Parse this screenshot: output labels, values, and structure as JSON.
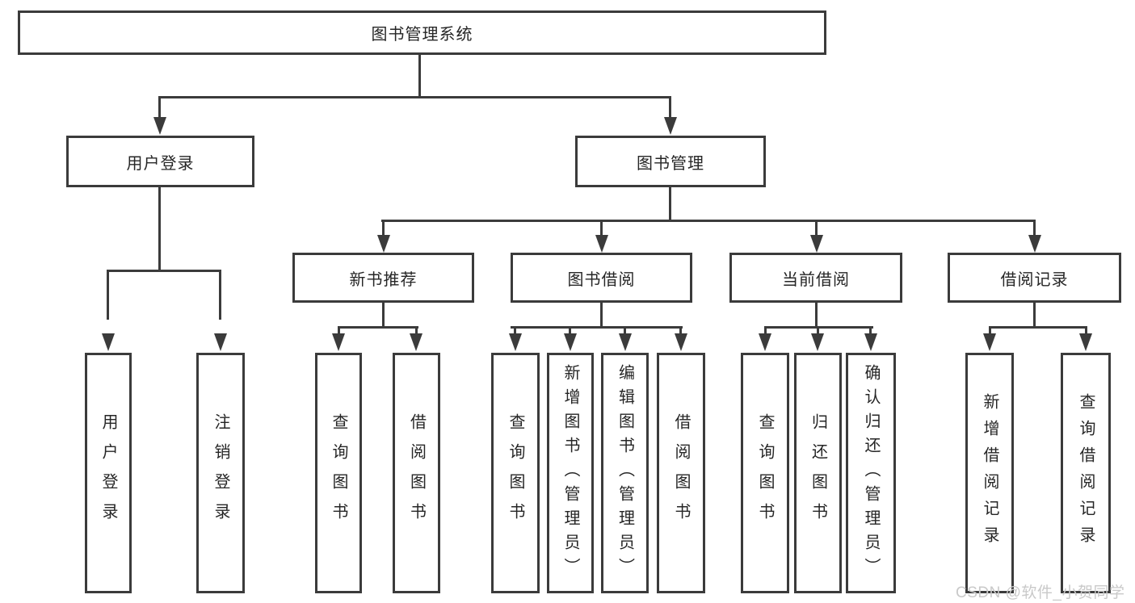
{
  "diagram_type": "hierarchy-tree",
  "colors": {
    "line": "#3b3b3b",
    "text": "#262626",
    "background": "#ffffff",
    "watermark_text": "#c9c9c9"
  },
  "watermark": "CSDN @软件_小贺同学",
  "nodes": {
    "root": {
      "label": "图书管理系统",
      "parent": null
    },
    "user_login": {
      "label": "用户登录",
      "parent": "root"
    },
    "book_mgmt": {
      "label": "图书管理",
      "parent": "root"
    },
    "leaf_user_login": {
      "label": "用户登录",
      "parent": "user_login"
    },
    "leaf_logout": {
      "label": "注销登录",
      "parent": "user_login"
    },
    "new_book_rec": {
      "label": "新书推荐",
      "parent": "book_mgmt"
    },
    "book_borrow": {
      "label": "图书借阅",
      "parent": "book_mgmt"
    },
    "current_borrow": {
      "label": "当前借阅",
      "parent": "book_mgmt"
    },
    "borrow_records": {
      "label": "借阅记录",
      "parent": "book_mgmt"
    },
    "nb_query": {
      "label": "查询图书",
      "parent": "new_book_rec"
    },
    "nb_borrow": {
      "label": "借阅图书",
      "parent": "new_book_rec"
    },
    "bb_query": {
      "label": "查询图书",
      "parent": "book_borrow"
    },
    "bb_add": {
      "label": "新增图书（管理员）",
      "parent": "book_borrow"
    },
    "bb_edit": {
      "label": "编辑图书（管理员）",
      "parent": "book_borrow"
    },
    "bb_borrow": {
      "label": "借阅图书",
      "parent": "book_borrow"
    },
    "cb_query": {
      "label": "查询图书",
      "parent": "current_borrow"
    },
    "cb_return": {
      "label": "归还图书",
      "parent": "current_borrow"
    },
    "cb_confirm": {
      "label": "确认归还（管理员）",
      "parent": "current_borrow"
    },
    "br_add": {
      "label": "新增借阅记录",
      "parent": "borrow_records"
    },
    "br_query": {
      "label": "查询借阅记录",
      "parent": "borrow_records"
    }
  }
}
